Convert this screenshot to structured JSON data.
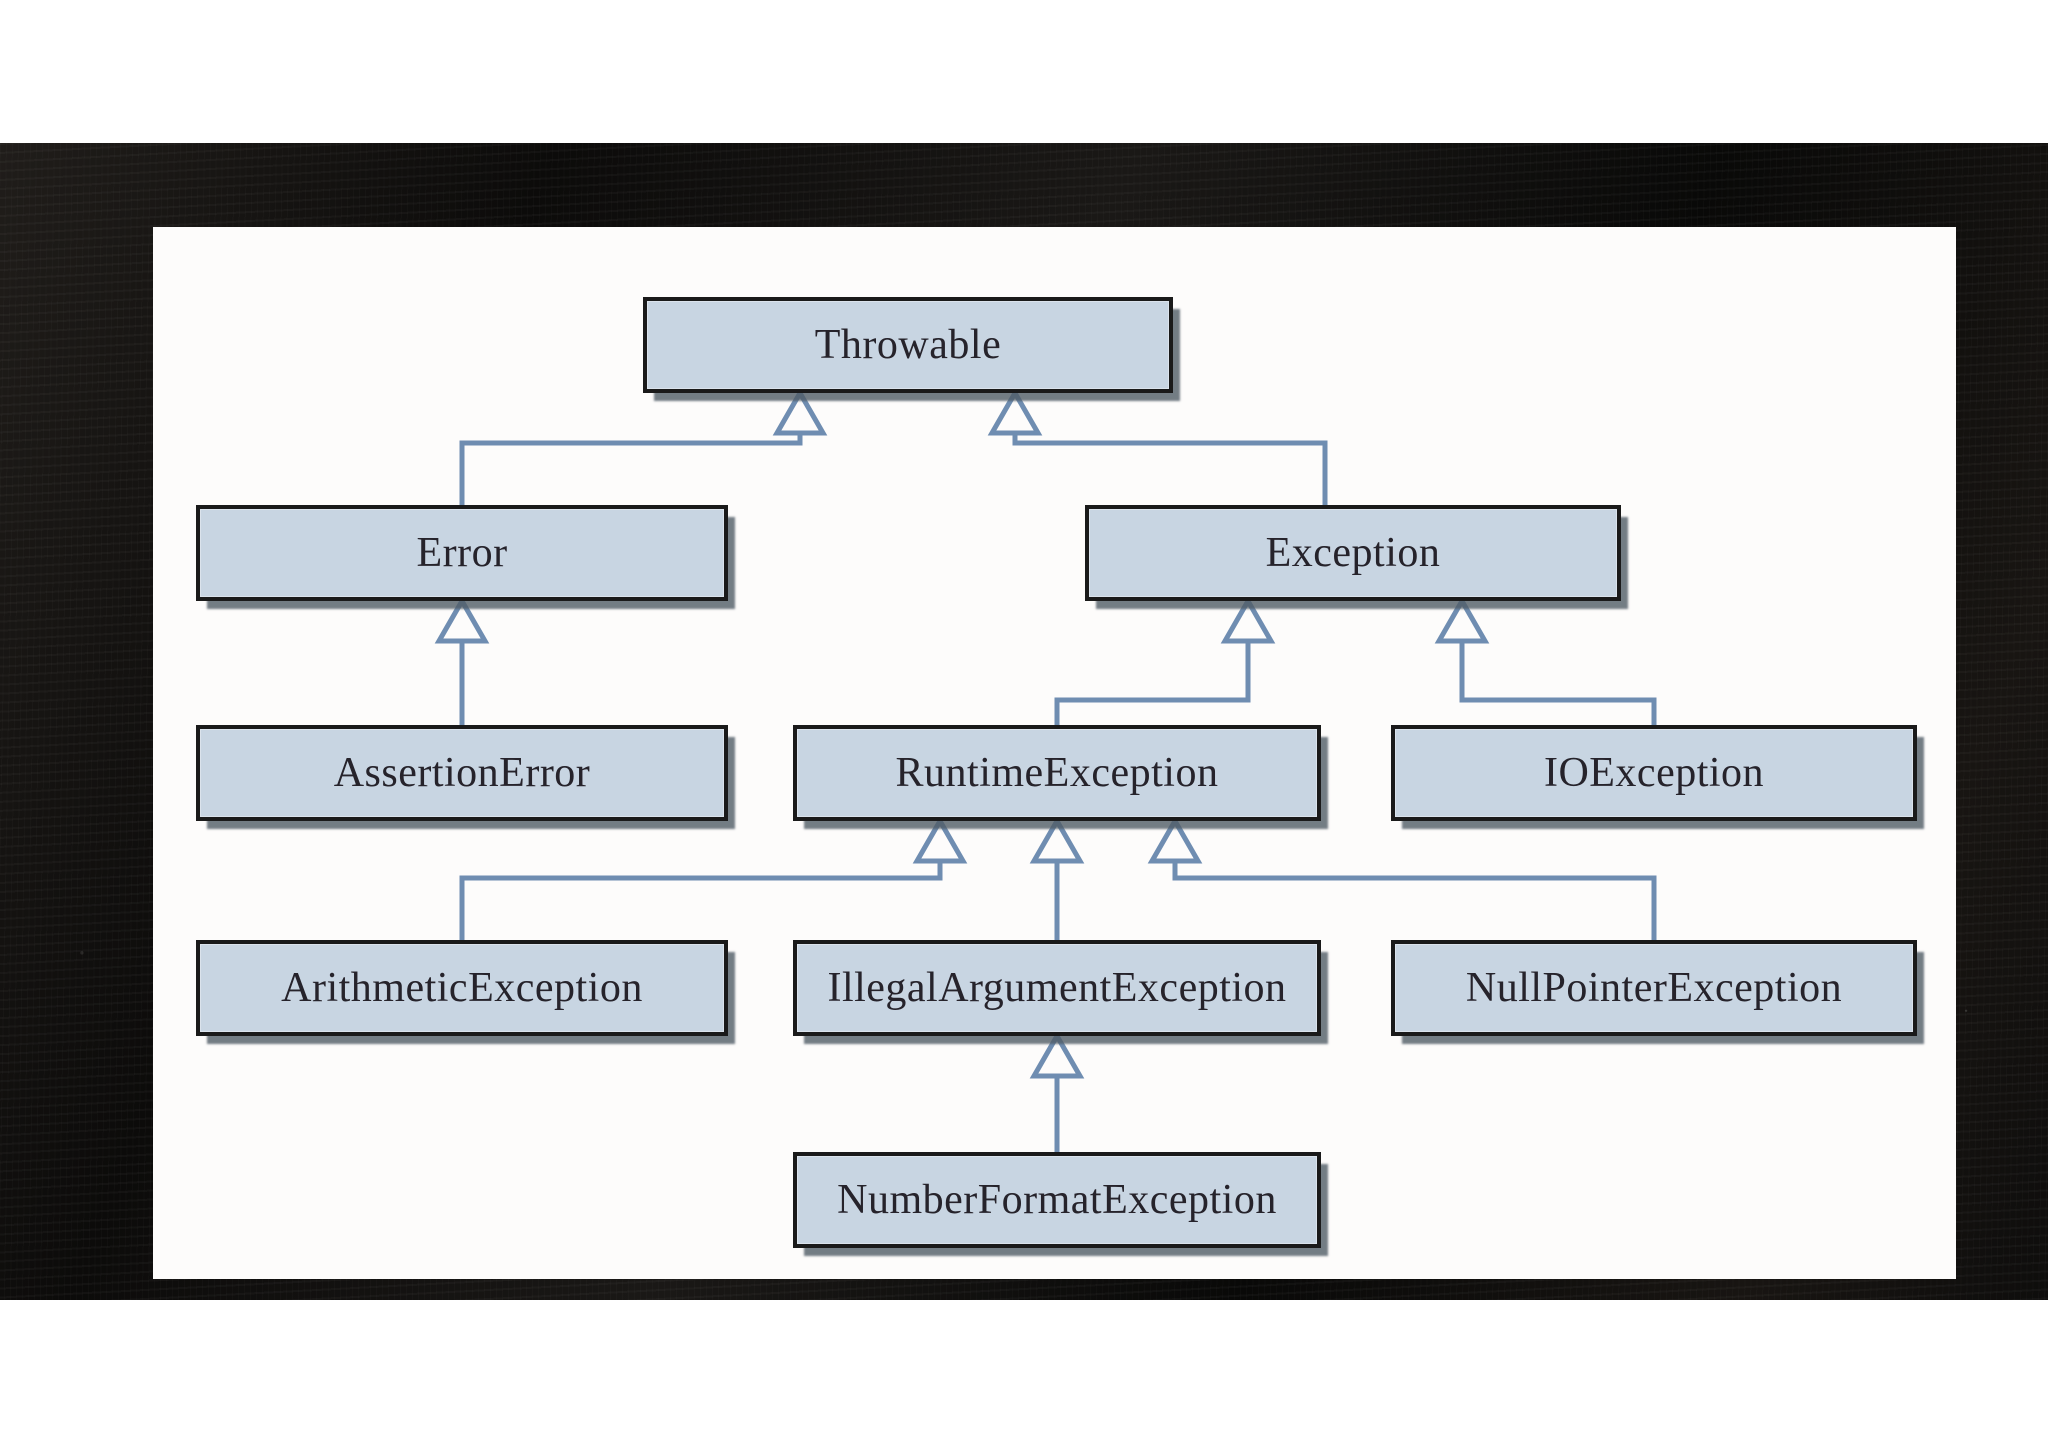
{
  "diagram": {
    "type": "class-inheritance-diagram",
    "subject": "Java exception class hierarchy",
    "arrow_style": "uml-generalization-open-triangle",
    "nodes": [
      {
        "id": "throwable",
        "label": "Throwable"
      },
      {
        "id": "error",
        "label": "Error"
      },
      {
        "id": "exception",
        "label": "Exception"
      },
      {
        "id": "assertion-error",
        "label": "AssertionError"
      },
      {
        "id": "runtime-exception",
        "label": "RuntimeException"
      },
      {
        "id": "io-exception",
        "label": "IOException"
      },
      {
        "id": "arithmetic-exception",
        "label": "ArithmeticException"
      },
      {
        "id": "illegal-argument-exception",
        "label": "IllegalArgumentException"
      },
      {
        "id": "null-pointer-exception",
        "label": "NullPointerException"
      },
      {
        "id": "number-format-exception",
        "label": "NumberFormatException"
      }
    ],
    "edges": [
      {
        "child": "Error",
        "parent": "Throwable"
      },
      {
        "child": "Exception",
        "parent": "Throwable"
      },
      {
        "child": "AssertionError",
        "parent": "Error"
      },
      {
        "child": "RuntimeException",
        "parent": "Exception"
      },
      {
        "child": "IOException",
        "parent": "Exception"
      },
      {
        "child": "ArithmeticException",
        "parent": "RuntimeException"
      },
      {
        "child": "IllegalArgumentException",
        "parent": "RuntimeException"
      },
      {
        "child": "NullPointerException",
        "parent": "RuntimeException"
      },
      {
        "child": "NumberFormatException",
        "parent": "IllegalArgumentException"
      }
    ],
    "colors": {
      "node_fill": "#c8d5e2",
      "node_border": "#1a1a1a",
      "node_shadow": "rgba(80,92,103,0.8)",
      "connector_line": "#6f8db1",
      "panel_bg": "#fdfcfb",
      "board_bg": "#131110",
      "text_color": "#26232b"
    }
  }
}
